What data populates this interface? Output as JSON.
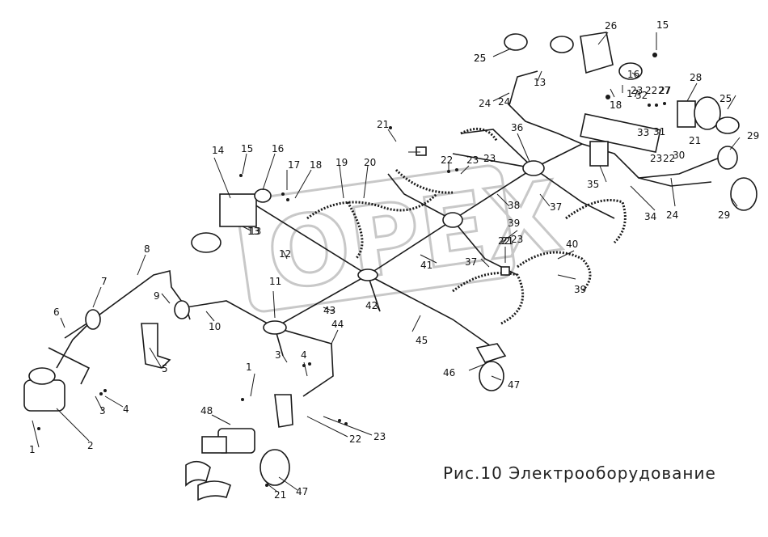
{
  "caption": "Рис.10 Электрооборудование",
  "watermark": "OPEX",
  "labels": [
    "1",
    "2",
    "3",
    "4",
    "5",
    "6",
    "7",
    "8",
    "9",
    "10",
    "11",
    "12",
    "13",
    "14",
    "15",
    "16",
    "17",
    "18",
    "19",
    "20",
    "21",
    "22",
    "23",
    "24",
    "25",
    "26",
    "27",
    "28",
    "29",
    "30",
    "31",
    "32",
    "33",
    "34",
    "35",
    "36",
    "37",
    "38",
    "39",
    "40",
    "41",
    "42",
    "43",
    "44",
    "45",
    "46",
    "47",
    "48"
  ],
  "colors": {
    "line": "#1a1a1a",
    "watermark": "#c8c8c8"
  }
}
